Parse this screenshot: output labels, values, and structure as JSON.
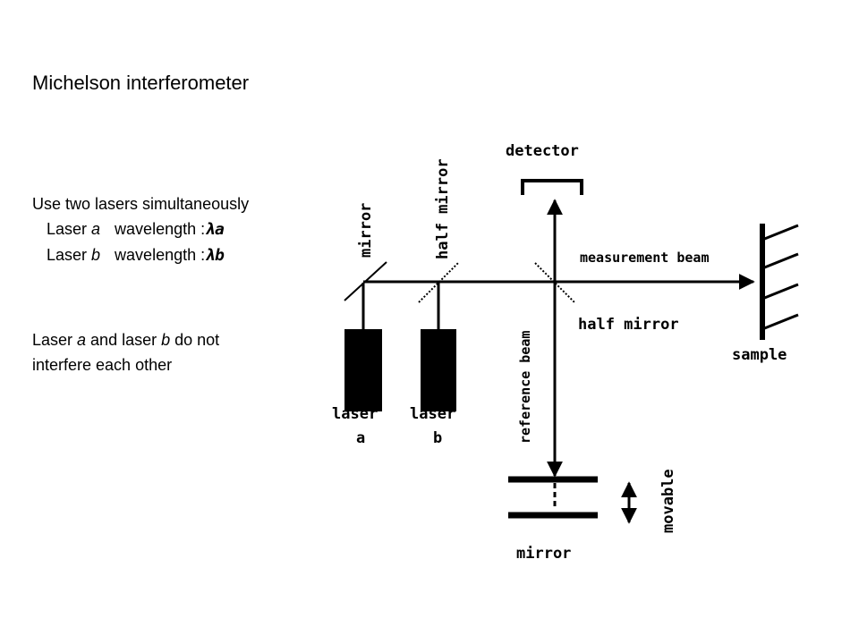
{
  "title": "Michelson interferometer",
  "intro": {
    "line1": "Use two lasers simultaneously",
    "laser_a": {
      "name_prefix": "Laser ",
      "name_var": "a",
      "label": "wavelength :",
      "symbol": "λa"
    },
    "laser_b": {
      "name_prefix": "Laser ",
      "name_var": "b",
      "label": "wavelength :",
      "symbol": "λb"
    }
  },
  "note": {
    "line1_prefix": "Laser ",
    "line1_var_a": "a",
    "line1_mid": " and laser ",
    "line1_var_b": "b",
    "line1_suffix": " do not",
    "line2": "interfere each other"
  },
  "diagram": {
    "detector": "detector",
    "half_mirror_top": "half mirror",
    "mirror_top": "mirror",
    "measurement_beam": "measurement beam",
    "half_mirror_bottom": "half mirror",
    "sample": "sample",
    "reference_beam": "reference beam",
    "laser_a_line1": "laser",
    "laser_a_line2": "a",
    "laser_b_line1": "laser",
    "laser_b_line2": "b",
    "movable": "movable",
    "mirror_bottom": "mirror"
  }
}
